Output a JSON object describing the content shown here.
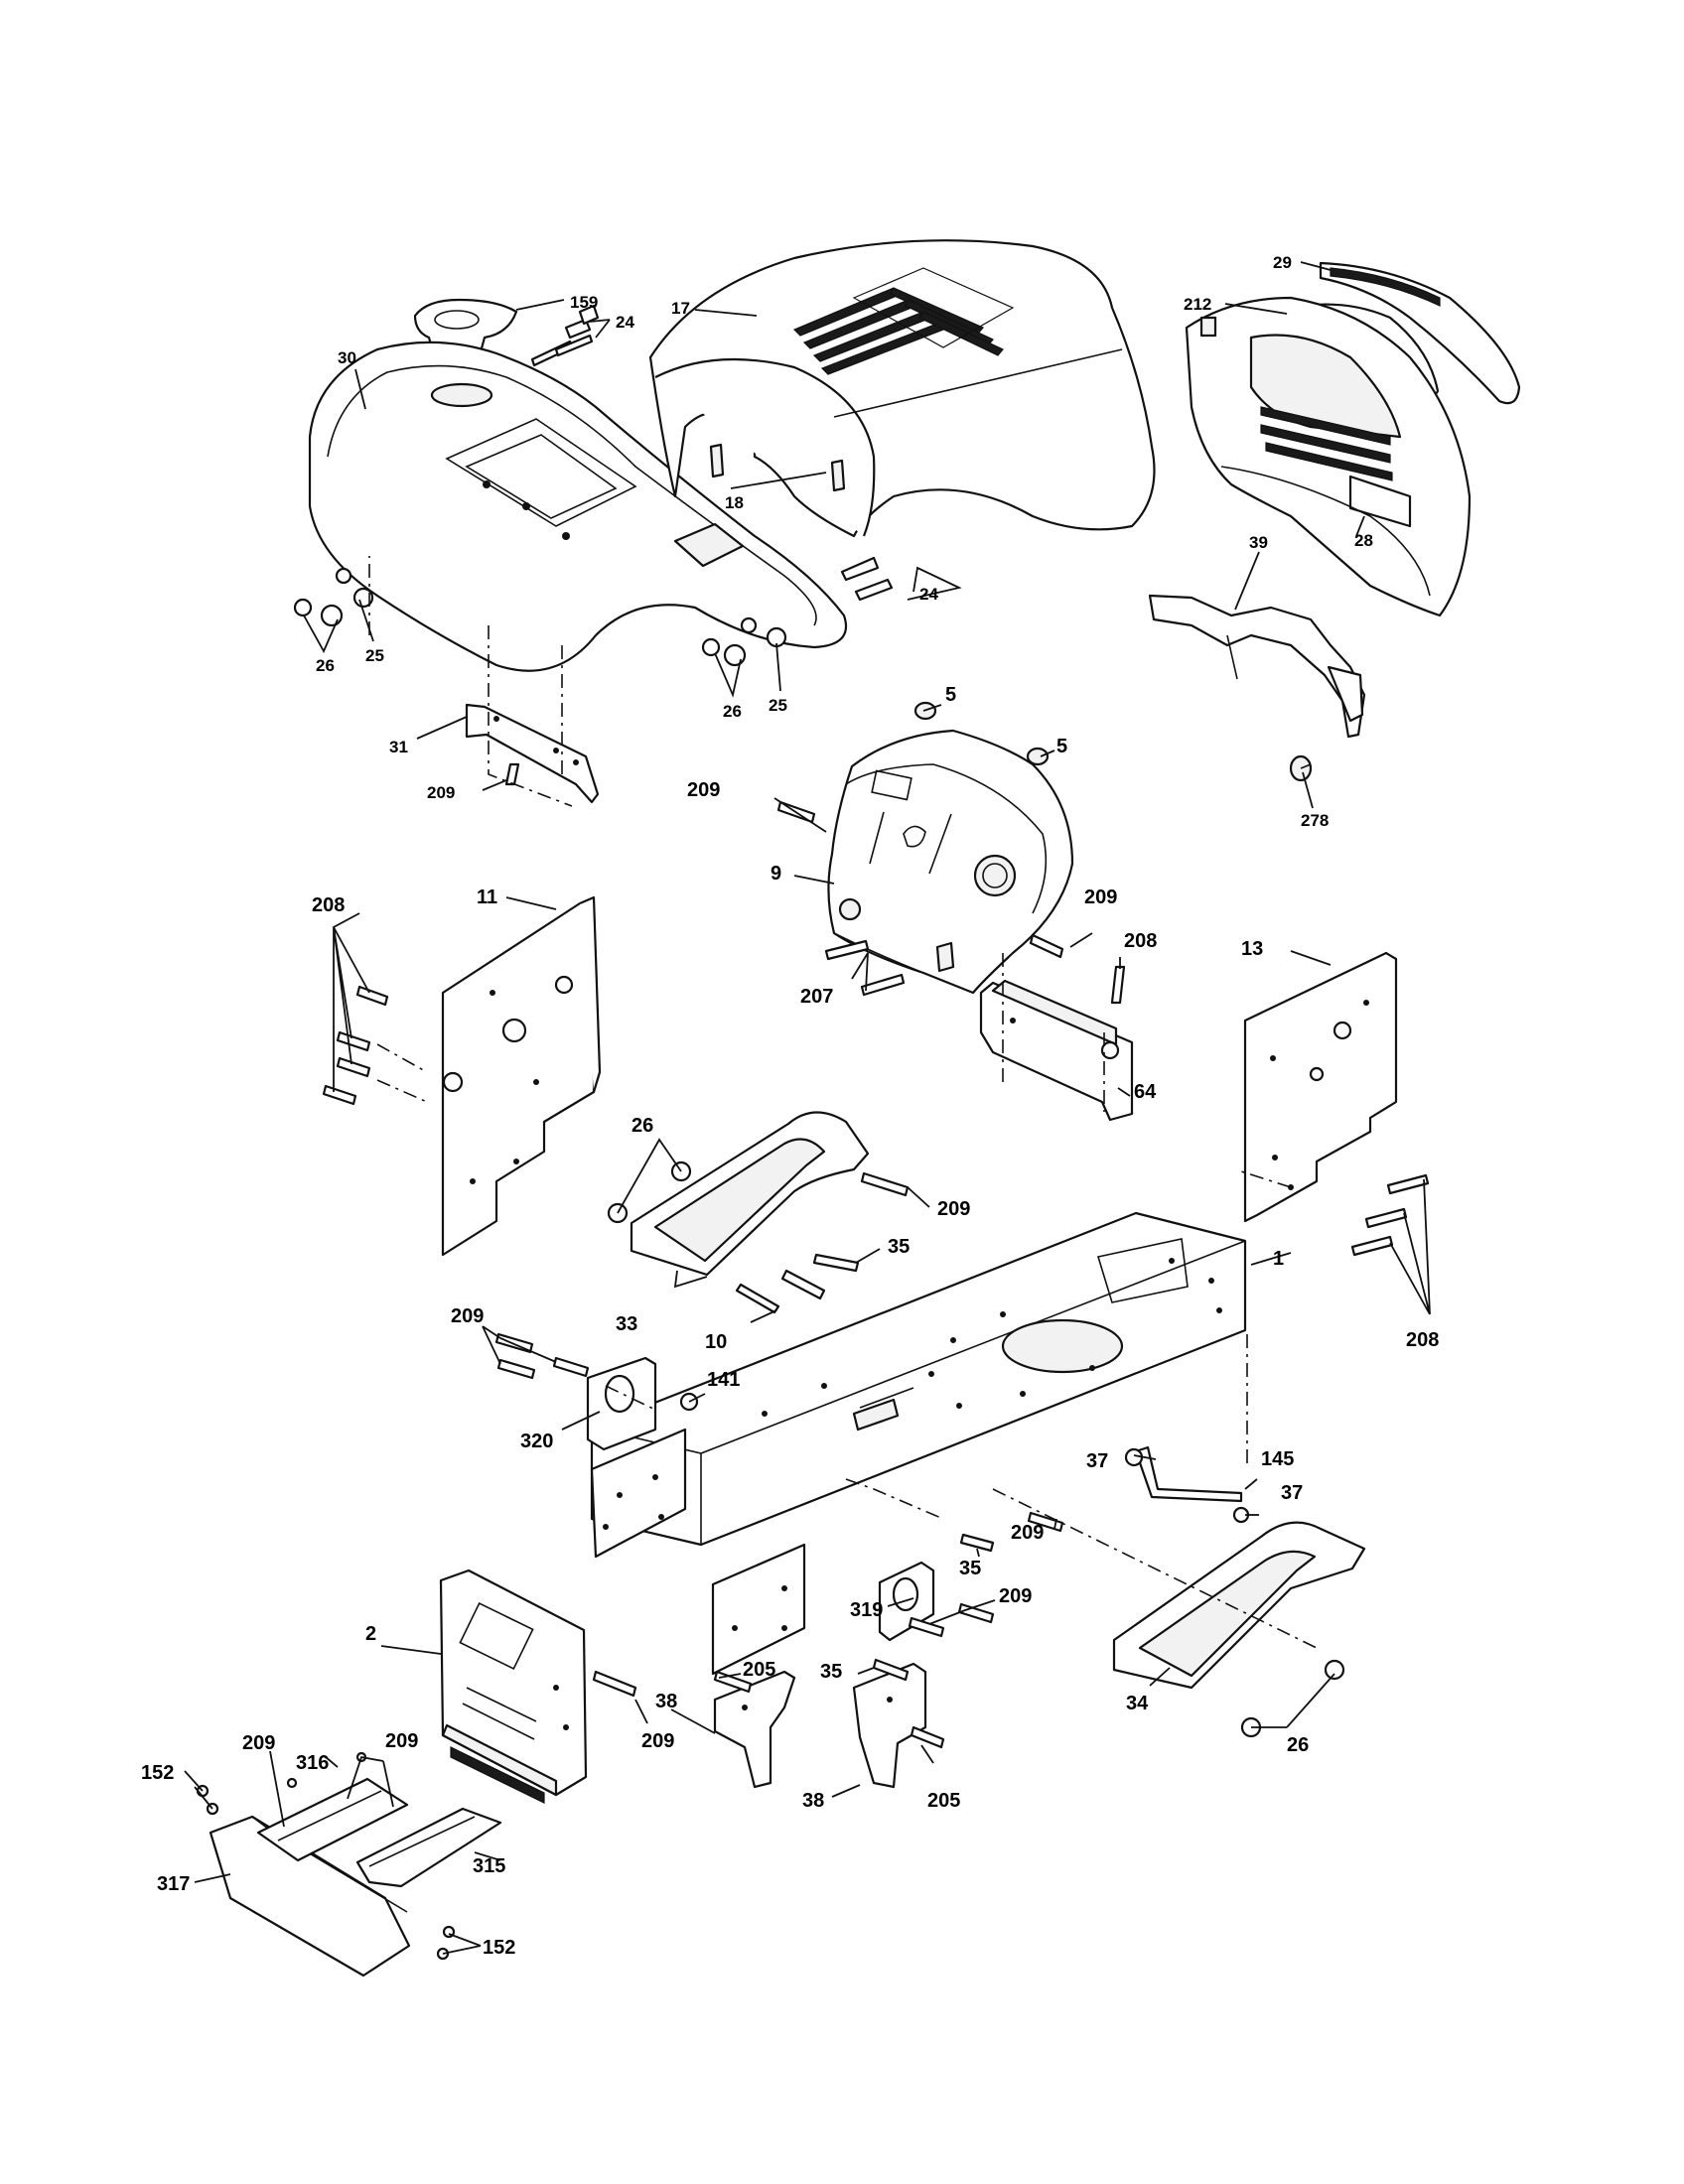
{
  "callouts": {
    "c159": "159",
    "c30": "30",
    "c24a": "24",
    "c17": "17",
    "c18": "18",
    "c29": "29",
    "c212": "212",
    "c28": "28",
    "c24b": "24",
    "c26a": "26",
    "c25a": "25",
    "c26b": "26",
    "c25b": "25",
    "c39": "39",
    "c5a": "5",
    "c5b": "5",
    "c278": "278",
    "c31": "31",
    "c209a": "209",
    "c209b": "209",
    "c9": "9",
    "c209c": "209",
    "c208a": "208",
    "c11": "11",
    "c208b": "208",
    "c207": "207",
    "c13": "13",
    "c64": "64",
    "c26c": "26",
    "c209d": "209",
    "c35a": "35",
    "c33": "33",
    "c10": "10",
    "c1": "1",
    "c208c": "208",
    "c209e": "209",
    "c141": "141",
    "c320": "320",
    "c37a": "37",
    "c145": "145",
    "c37b": "37",
    "c209f": "209",
    "c35b": "35",
    "c319": "319",
    "c209g": "209",
    "c2": "2",
    "c205a": "205",
    "c35c": "35",
    "c209h": "209",
    "c38a": "38",
    "c38b": "38",
    "c205b": "205",
    "c34": "34",
    "c26d": "26",
    "c152a": "152",
    "c209i": "209",
    "c316": "316",
    "c209j": "209",
    "c315": "315",
    "c317": "317",
    "c152b": "152"
  }
}
